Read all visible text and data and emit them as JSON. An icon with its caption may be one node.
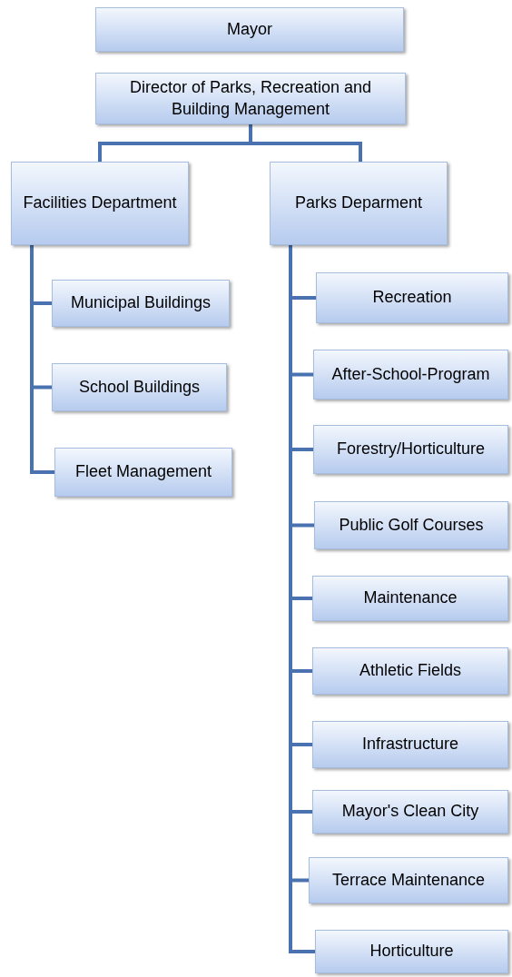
{
  "diagram": {
    "nodes": [
      {
        "text": [
          "Mayor"
        ]
      },
      {
        "text": [
          "Director of Parks, Recreation and Building Management"
        ]
      },
      {
        "text": [
          "Facilities Department"
        ]
      },
      {
        "text": [
          "Parks Deparment"
        ]
      },
      {
        "text": [
          "Municipal Buildings"
        ]
      },
      {
        "text": [
          "School Buildings"
        ]
      },
      {
        "text": [
          "Fleet Management"
        ]
      },
      {
        "text": [
          "Recreation"
        ]
      },
      {
        "text": [
          "After-School-Program"
        ]
      },
      {
        "text": [
          "Forestry/Horticulture"
        ]
      },
      {
        "text": [
          "Public Golf Courses"
        ]
      },
      {
        "text": [
          "Maintenance"
        ]
      },
      {
        "text": [
          "Athletic Fields"
        ]
      },
      {
        "text": [
          "Infrastructure"
        ]
      },
      {
        "text": [
          "Mayor's Clean City"
        ]
      },
      {
        "text": [
          "Terrace Maintenance"
        ]
      },
      {
        "text": [
          "Horticulture"
        ]
      }
    ],
    "edges": [
      {
        "from": 1,
        "to": 2,
        "arrow": "none"
      },
      {
        "from": 1,
        "to": 3,
        "arrow": "none"
      },
      {
        "from": 2,
        "to": 4,
        "arrow": "none"
      },
      {
        "from": 2,
        "to": 5,
        "arrow": "none"
      },
      {
        "from": 2,
        "to": 6,
        "arrow": "none"
      },
      {
        "from": 3,
        "to": 7,
        "arrow": "none"
      },
      {
        "from": 3,
        "to": 8,
        "arrow": "none"
      },
      {
        "from": 3,
        "to": 9,
        "arrow": "none"
      },
      {
        "from": 3,
        "to": 10,
        "arrow": "none"
      },
      {
        "from": 3,
        "to": 11,
        "arrow": "none"
      },
      {
        "from": 3,
        "to": 12,
        "arrow": "none"
      },
      {
        "from": 3,
        "to": 13,
        "arrow": "none"
      },
      {
        "from": 3,
        "to": 14,
        "arrow": "none"
      },
      {
        "from": 3,
        "to": 15,
        "arrow": "none"
      },
      {
        "from": 3,
        "to": 16,
        "arrow": "none"
      }
    ]
  }
}
